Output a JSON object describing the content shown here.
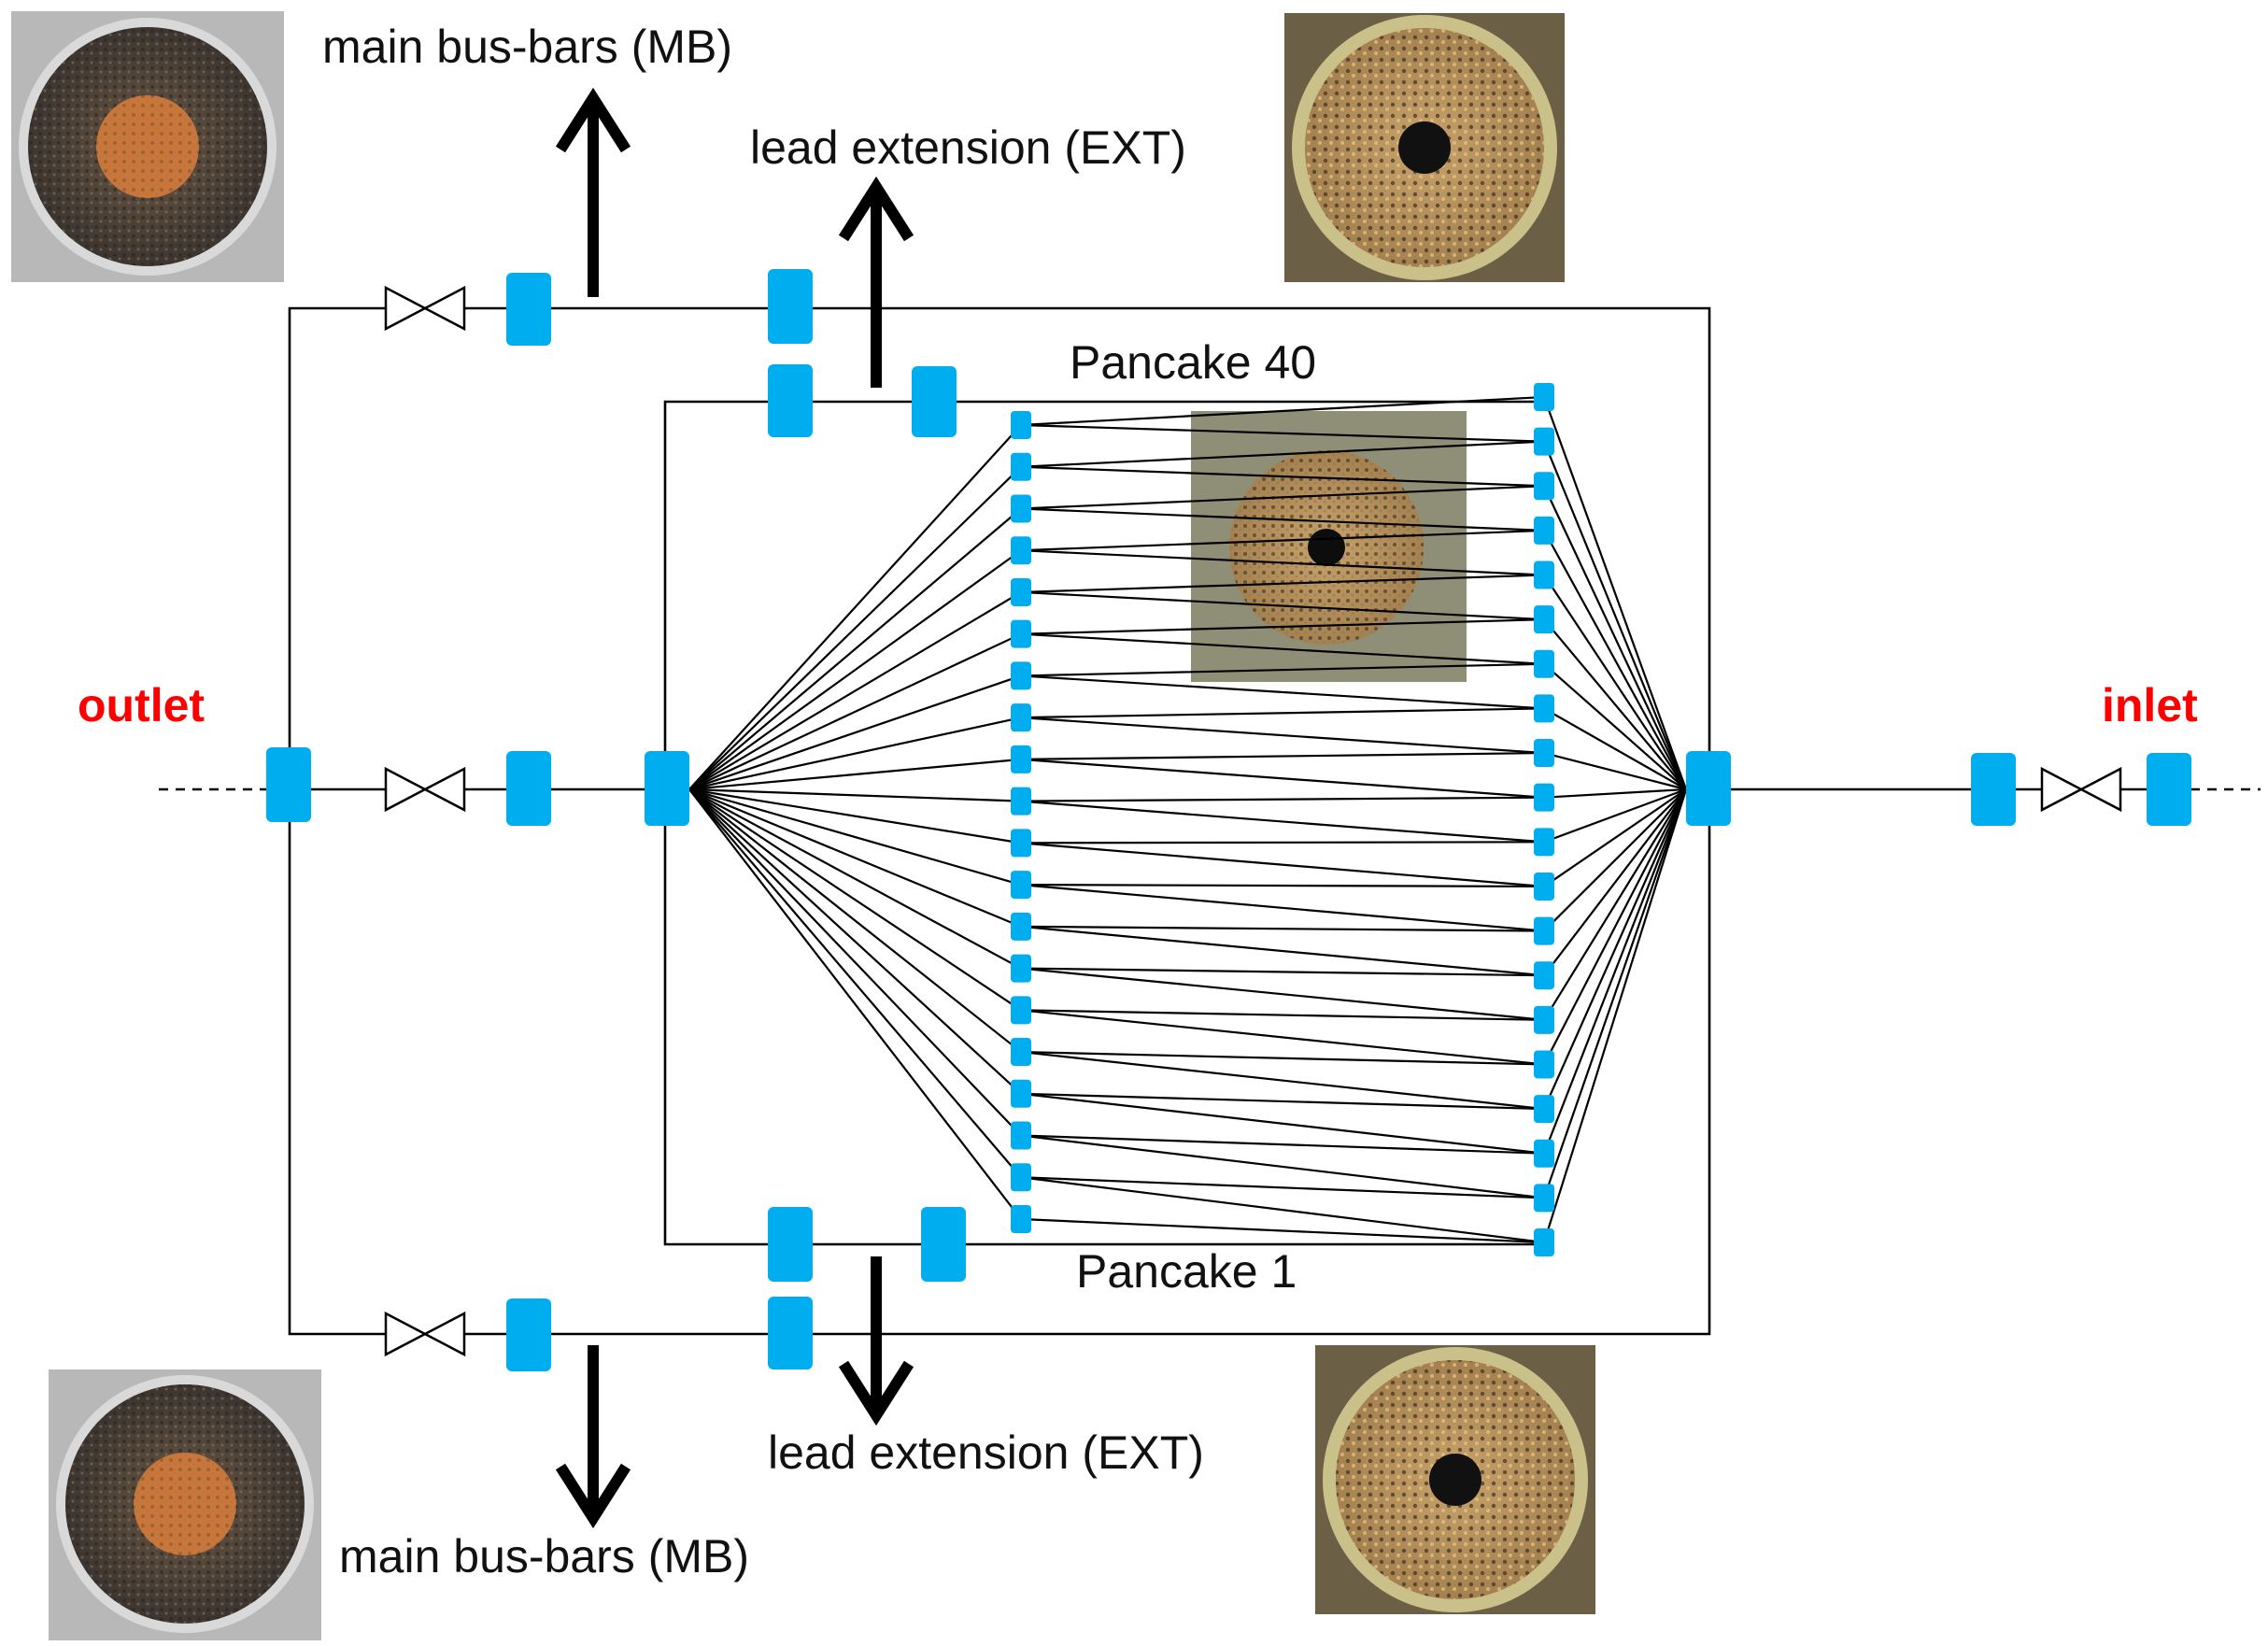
{
  "labels": {
    "mb_top": "main bus-bars (MB)",
    "mb_bottom": "main bus-bars (MB)",
    "ext_top": "lead extension (EXT)",
    "ext_bottom": "lead extension (EXT)",
    "pancake_top": "Pancake 40",
    "pancake_bottom": "Pancake 1",
    "outlet": "outlet",
    "inlet": "inlet"
  },
  "colors": {
    "joint": "#00aeef",
    "flow_label": "#ff0000",
    "wire": "#000000"
  },
  "pancake_count": 40,
  "photos": [
    {
      "name": "mb-cross-section-photo-top",
      "kind": "cable-cross-section"
    },
    {
      "name": "ext-cross-section-photo-top",
      "kind": "hollow-conductor"
    },
    {
      "name": "pancake-cross-section-photo",
      "kind": "hollow-conductor-square"
    },
    {
      "name": "ext-cross-section-photo-bottom",
      "kind": "hollow-conductor"
    },
    {
      "name": "mb-cross-section-photo-bottom",
      "kind": "cable-cross-section"
    }
  ]
}
